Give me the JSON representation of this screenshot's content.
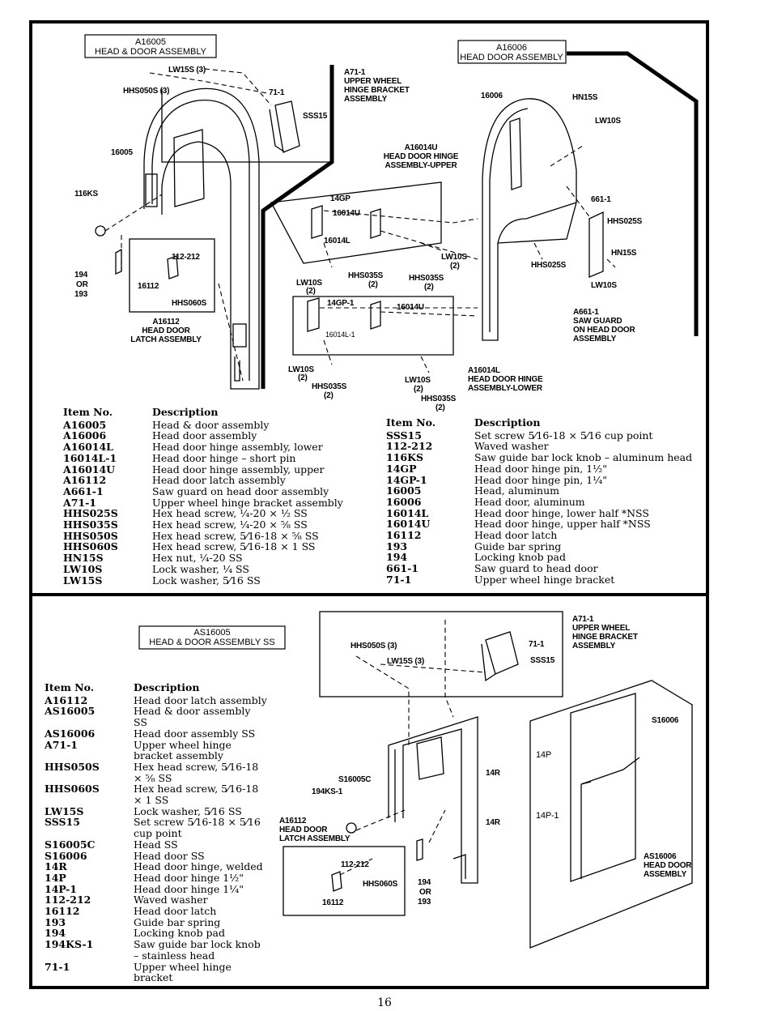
{
  "page_number": "16",
  "top": {
    "labels": {
      "a16005_title_1": "A16005",
      "a16005_title_2": "HEAD & DOOR ASSEMBLY",
      "a16006_title_1": "A16006",
      "a16006_title_2": "HEAD DOOR ASSEMBLY",
      "a71_1": "A71-1",
      "a71_2": "UPPER WHEEL",
      "a71_3": "HINGE BRACKET",
      "a71_4": "ASSEMBLY",
      "lw15s_3": "LW15S (3)",
      "hhs050s_3": "HHS050S (3)",
      "p71_1": "71-1",
      "sss15": "SSS15",
      "p16005": "16005",
      "p116ks": "116KS",
      "p194": "194",
      "or": "OR",
      "p193": "193",
      "p112_212": "112-212",
      "p16112": "16112",
      "hhs060s": "HHS060S",
      "a16112_1": "A16112",
      "a16112_2": "HEAD DOOR",
      "a16112_3": "LATCH ASSEMBLY",
      "a16014u_1": "A16014U",
      "a16014u_2": "HEAD DOOR HINGE",
      "a16014u_3": "ASSEMBLY-UPPER",
      "p14gp": "14GP",
      "p16014u": "16014U",
      "p16014l": "16014L",
      "lw10s_2a": "LW10S",
      "two": "(2)",
      "hhs035s": "HHS035S",
      "p14gp_1": "14GP-1",
      "p16014u_b": "16014U",
      "p16014l_1": "16014L-1",
      "a16014l_1": "A16014L",
      "a16014l_2": "HEAD DOOR HINGE",
      "a16014l_3": "ASSEMBLY-LOWER",
      "p16006": "16006",
      "hn15s": "HN15S",
      "lw10s": "LW10S",
      "p661_1": "661-1",
      "hhs025s": "HHS025S",
      "a661_1": "A661-1",
      "a661_2": "SAW GUARD",
      "a661_3": "ON HEAD DOOR",
      "a661_4": "ASSEMBLY"
    },
    "col_head_item": "Item No.",
    "col_head_desc": "Description",
    "left_parts": [
      {
        "no": "A16005",
        "desc": "Head & door assembly"
      },
      {
        "no": "A16006",
        "desc": "Head door assembly"
      },
      {
        "no": "A16014L",
        "desc": "Head door hinge assembly, lower"
      },
      {
        "no": "16014L-1",
        "desc": "Head door hinge – short pin"
      },
      {
        "no": "A16014U",
        "desc": "Head door hinge assembly, upper"
      },
      {
        "no": "A16112",
        "desc": "Head door latch assembly"
      },
      {
        "no": "A661-1",
        "desc": "Saw guard on head door assembly"
      },
      {
        "no": "A71-1",
        "desc": "Upper wheel hinge bracket assembly"
      },
      {
        "no": "HHS025S",
        "desc": "Hex head screw, ¼-20 × ½ SS"
      },
      {
        "no": "HHS035S",
        "desc": "Hex head screw, ¼-20 × ⅝ SS"
      },
      {
        "no": "HHS050S",
        "desc": "Hex head screw, 5⁄16-18 × ⅝ SS"
      },
      {
        "no": "HHS060S",
        "desc": "Hex head screw, 5⁄16-18 × 1 SS"
      },
      {
        "no": "HN15S",
        "desc": "Hex nut, ¼-20 SS"
      },
      {
        "no": "LW10S",
        "desc": "Lock washer, ¼ SS"
      },
      {
        "no": "LW15S",
        "desc": "Lock washer, 5⁄16 SS"
      }
    ],
    "right_parts": [
      {
        "no": "SSS15",
        "desc": "Set screw 5⁄16-18 × 5⁄16 cup point"
      },
      {
        "no": "112-212",
        "desc": "Waved washer"
      },
      {
        "no": "116KS",
        "desc": "Saw guide bar lock knob – aluminum head"
      },
      {
        "no": "14GP",
        "desc": "Head door hinge pin, 1½\""
      },
      {
        "no": "14GP-1",
        "desc": "Head door hinge pin, 1¼\""
      },
      {
        "no": "16005",
        "desc": "Head, aluminum"
      },
      {
        "no": "16006",
        "desc": "Head door, aluminum"
      },
      {
        "no": "16014L",
        "desc": "Head door hinge, lower half *NSS"
      },
      {
        "no": "16014U",
        "desc": "Head door hinge, upper half *NSS"
      },
      {
        "no": "16112",
        "desc": "Head door latch"
      },
      {
        "no": "193",
        "desc": "Guide bar spring"
      },
      {
        "no": "194",
        "desc": "Locking knob pad"
      },
      {
        "no": "661-1",
        "desc": "Saw guard to head door"
      },
      {
        "no": "71-1",
        "desc": "Upper wheel hinge bracket"
      }
    ]
  },
  "bottom": {
    "labels": {
      "as16005_1": "AS16005",
      "as16005_2": "HEAD & DOOR ASSEMBLY SS",
      "a71_1": "A71-1",
      "a71_2": "UPPER WHEEL",
      "a71_3": "HINGE BRACKET",
      "a71_4": "ASSEMBLY",
      "hhs050s_3": "HHS050S (3)",
      "lw15s_3": "LW15S (3)",
      "p71_1": "71-1",
      "sss15": "SSS15",
      "s16006": "S16006",
      "p14p": "14P",
      "p14p_1": "14P-1",
      "as16006_1": "AS16006",
      "as16006_2": "HEAD DOOR",
      "as16006_3": "ASSEMBLY",
      "p14r_a": "14R",
      "p14r_b": "14R",
      "s16005c": "S16005C",
      "p194ks_1": "194KS-1",
      "a16112_1": "A16112",
      "a16112_2": "HEAD DOOR",
      "a16112_3": "LATCH ASSEMBLY",
      "p112_212": "112-212",
      "hhs060s": "HHS060S",
      "p16112": "16112",
      "p194": "194",
      "or": "OR",
      "p193": "193"
    },
    "col_head_item": "Item No.",
    "col_head_desc": "Description",
    "parts": [
      {
        "no": "A16112",
        "desc": "Head door latch assembly"
      },
      {
        "no": "AS16005",
        "desc": "Head & door assembly SS"
      },
      {
        "no": "AS16006",
        "desc": "Head door assembly SS"
      },
      {
        "no": "A71-1",
        "desc": "Upper wheel hinge bracket assembly"
      },
      {
        "no": "HHS050S",
        "desc": "Hex head screw, 5⁄16-18 × ⅝ SS"
      },
      {
        "no": "HHS060S",
        "desc": "Hex head screw, 5⁄16-18 × 1 SS"
      },
      {
        "no": "LW15S",
        "desc": "Lock washer, 5⁄16 SS"
      },
      {
        "no": "SSS15",
        "desc": "Set screw 5⁄16-18 × 5⁄16 cup point"
      },
      {
        "no": "S16005C",
        "desc": "Head SS"
      },
      {
        "no": "S16006",
        "desc": "Head door SS"
      },
      {
        "no": "14R",
        "desc": "Head door hinge, welded"
      },
      {
        "no": "14P",
        "desc": "Head door hinge 1½\""
      },
      {
        "no": "14P-1",
        "desc": "Head door hinge 1¼\""
      },
      {
        "no": "112-212",
        "desc": "Waved washer"
      },
      {
        "no": "16112",
        "desc": "Head door latch"
      },
      {
        "no": "193",
        "desc": "Guide bar spring"
      },
      {
        "no": "194",
        "desc": "Locking knob pad"
      },
      {
        "no": "194KS-1",
        "desc": "Saw guide bar lock knob – stainless head"
      },
      {
        "no": "71-1",
        "desc": "Upper wheel hinge bracket"
      }
    ]
  }
}
